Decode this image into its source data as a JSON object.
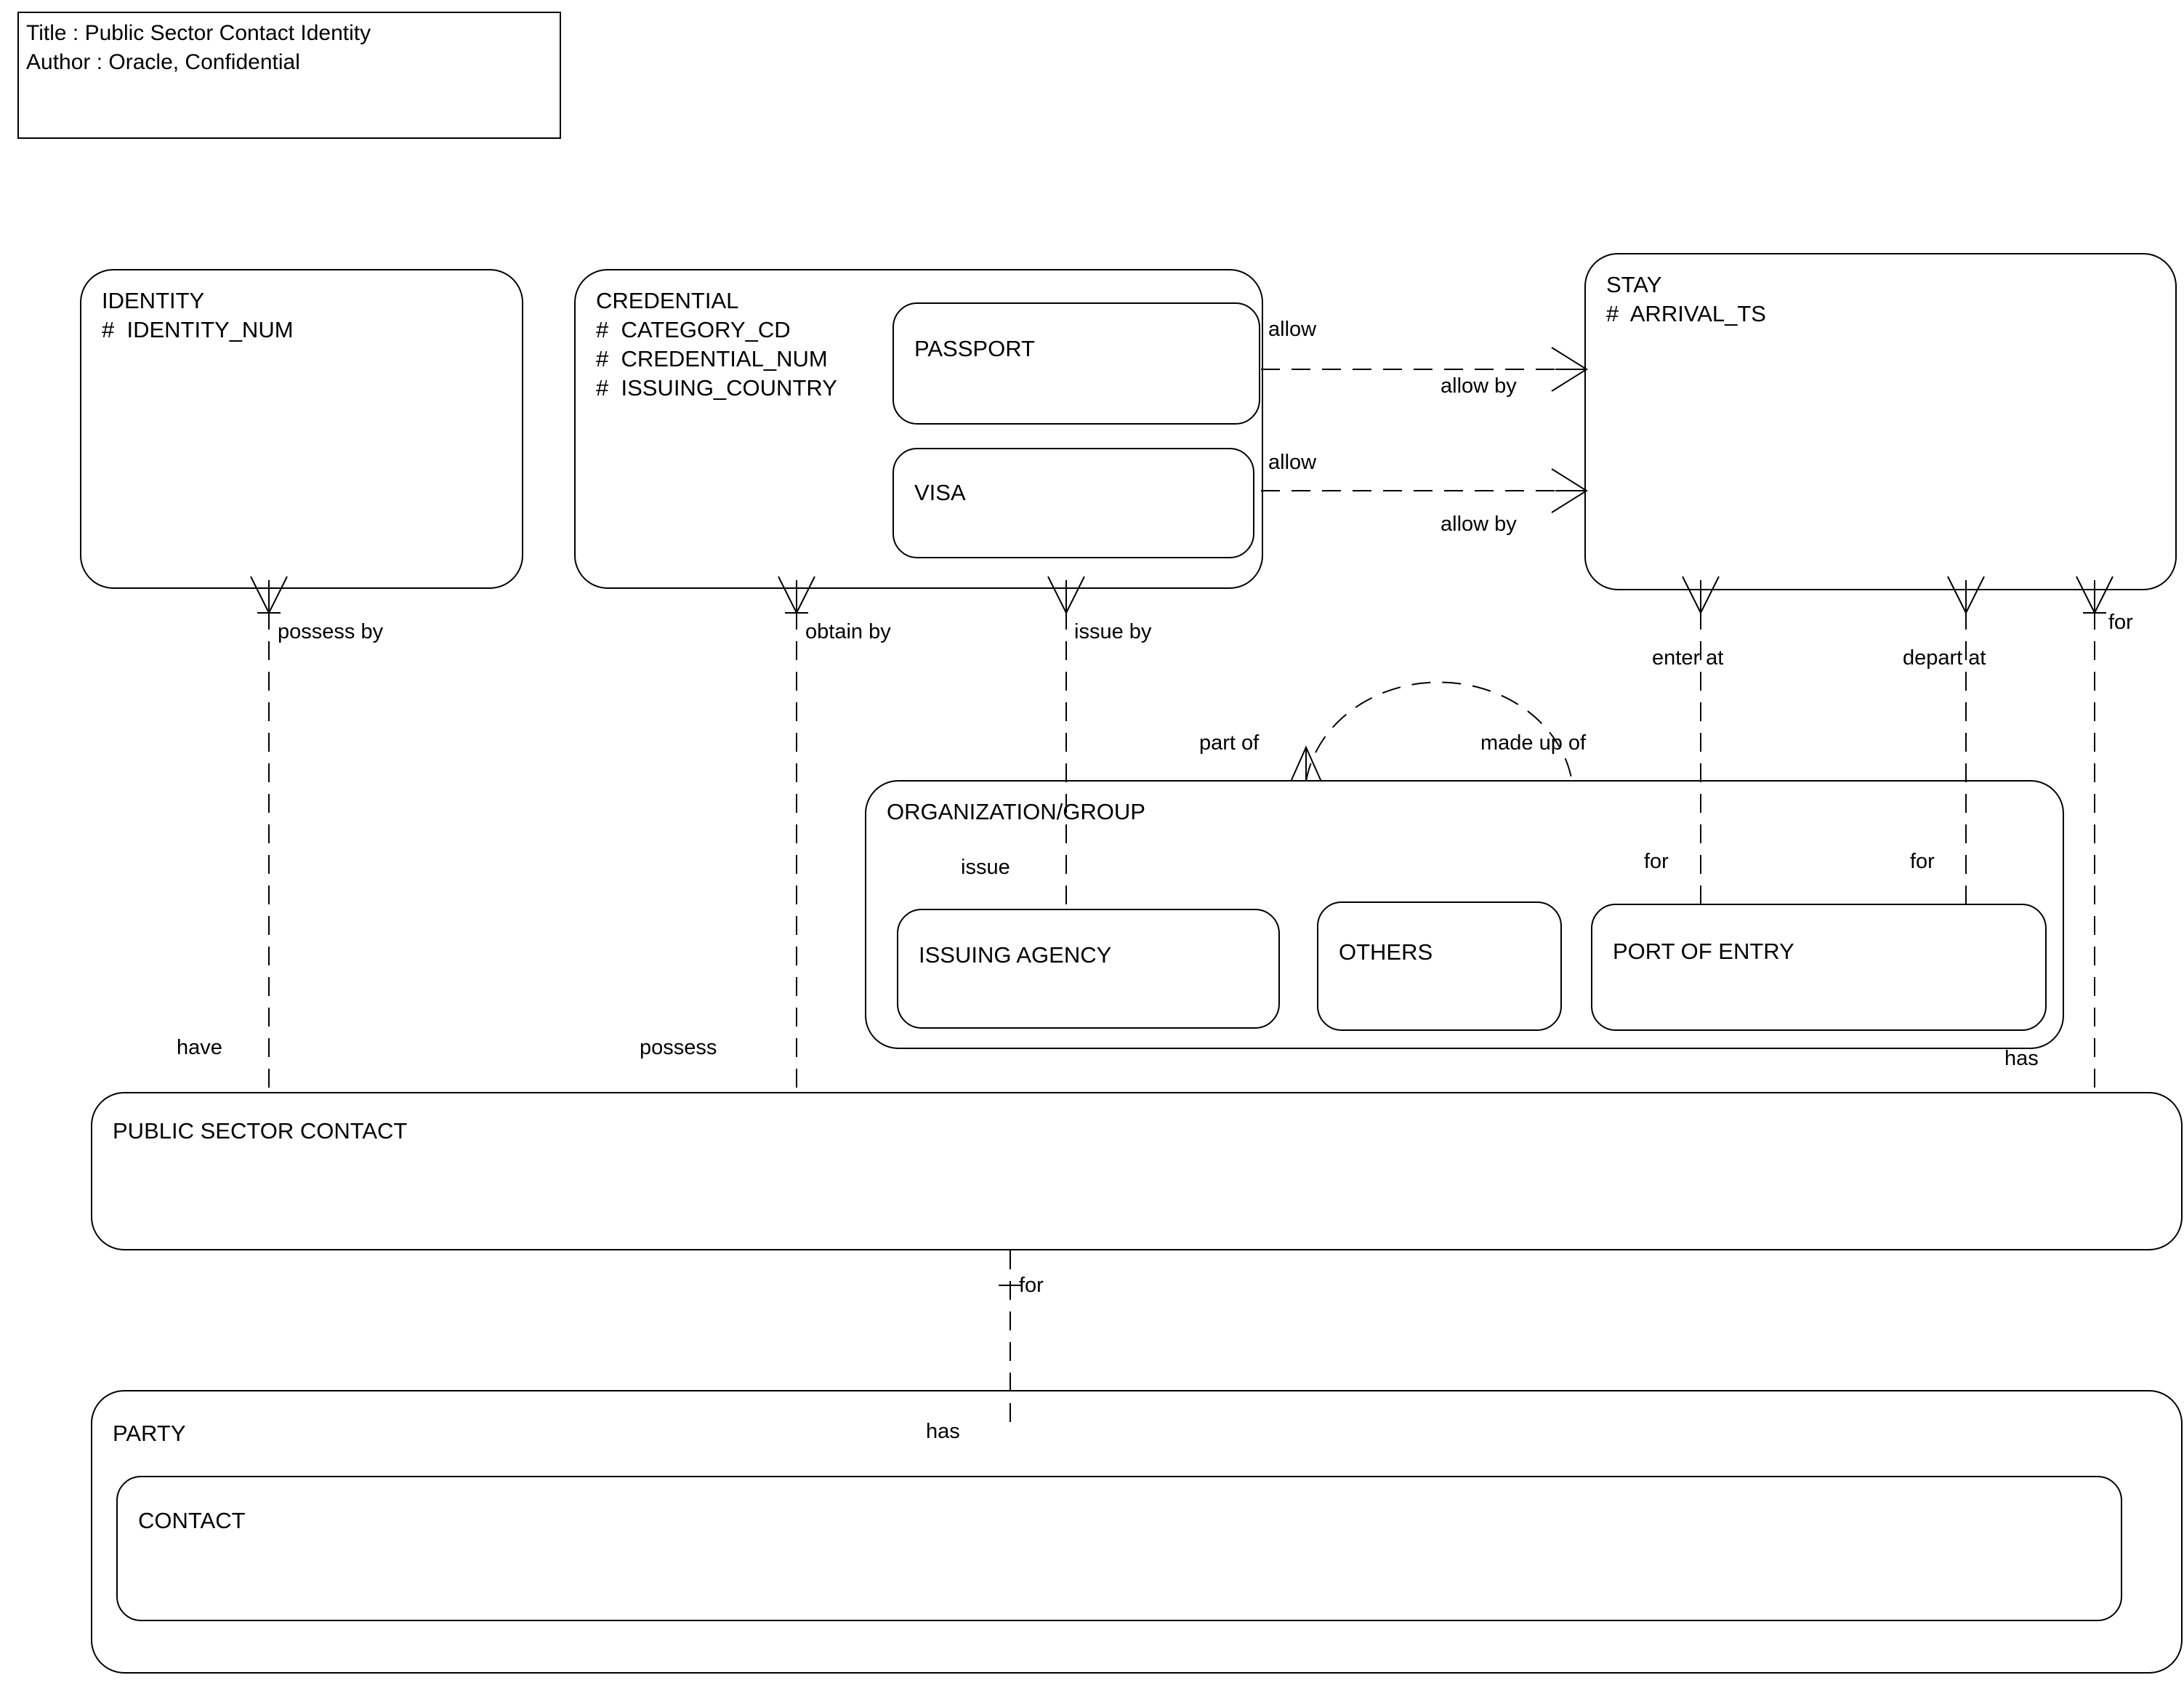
{
  "legend": {
    "title_line": "Title : Public Sector Contact Identity",
    "author_line": "Author : Oracle, Confidential"
  },
  "entities": {
    "identity": {
      "name": "IDENTITY",
      "attributes": [
        "#  IDENTITY_NUM"
      ]
    },
    "credential": {
      "name": "CREDENTIAL",
      "attributes": [
        "#  CATEGORY_CD",
        "#  CREDENTIAL_NUM",
        "#  ISSUING_COUNTRY"
      ],
      "subtypes": {
        "passport": "PASSPORT",
        "visa": "VISA"
      }
    },
    "stay": {
      "name": "STAY",
      "attributes": [
        "#  ARRIVAL_TS"
      ]
    },
    "organization_group": {
      "name": "ORGANIZATION/GROUP",
      "subtypes": {
        "issuing_agency": "ISSUING AGENCY",
        "others": "OTHERS",
        "port_of_entry": "PORT OF ENTRY"
      }
    },
    "public_sector_contact": {
      "name": "PUBLIC SECTOR CONTACT"
    },
    "party": {
      "name": "PARTY",
      "subtypes": {
        "contact": "CONTACT"
      }
    }
  },
  "relationships": {
    "passport_allow": "allow",
    "passport_allow_by": "allow by",
    "visa_allow": "allow",
    "visa_allow_by": "allow by",
    "identity_possess_by": "possess by",
    "identity_have": "have",
    "credential_obtain_by": "obtain by",
    "credential_possess": "possess",
    "credential_issue_by": "issue by",
    "org_issue": "issue",
    "org_part_of": "part of",
    "org_made_up_of": "made up of",
    "stay_enter_at": "enter at",
    "stay_depart_at": "depart at",
    "stay_for_right": "for",
    "poe_for_enter": "for",
    "poe_for_depart": "for",
    "psc_has": "has",
    "psc_for_party": "for",
    "party_has": "has"
  },
  "colors": {
    "stroke": "#000000",
    "background": "#ffffff"
  }
}
